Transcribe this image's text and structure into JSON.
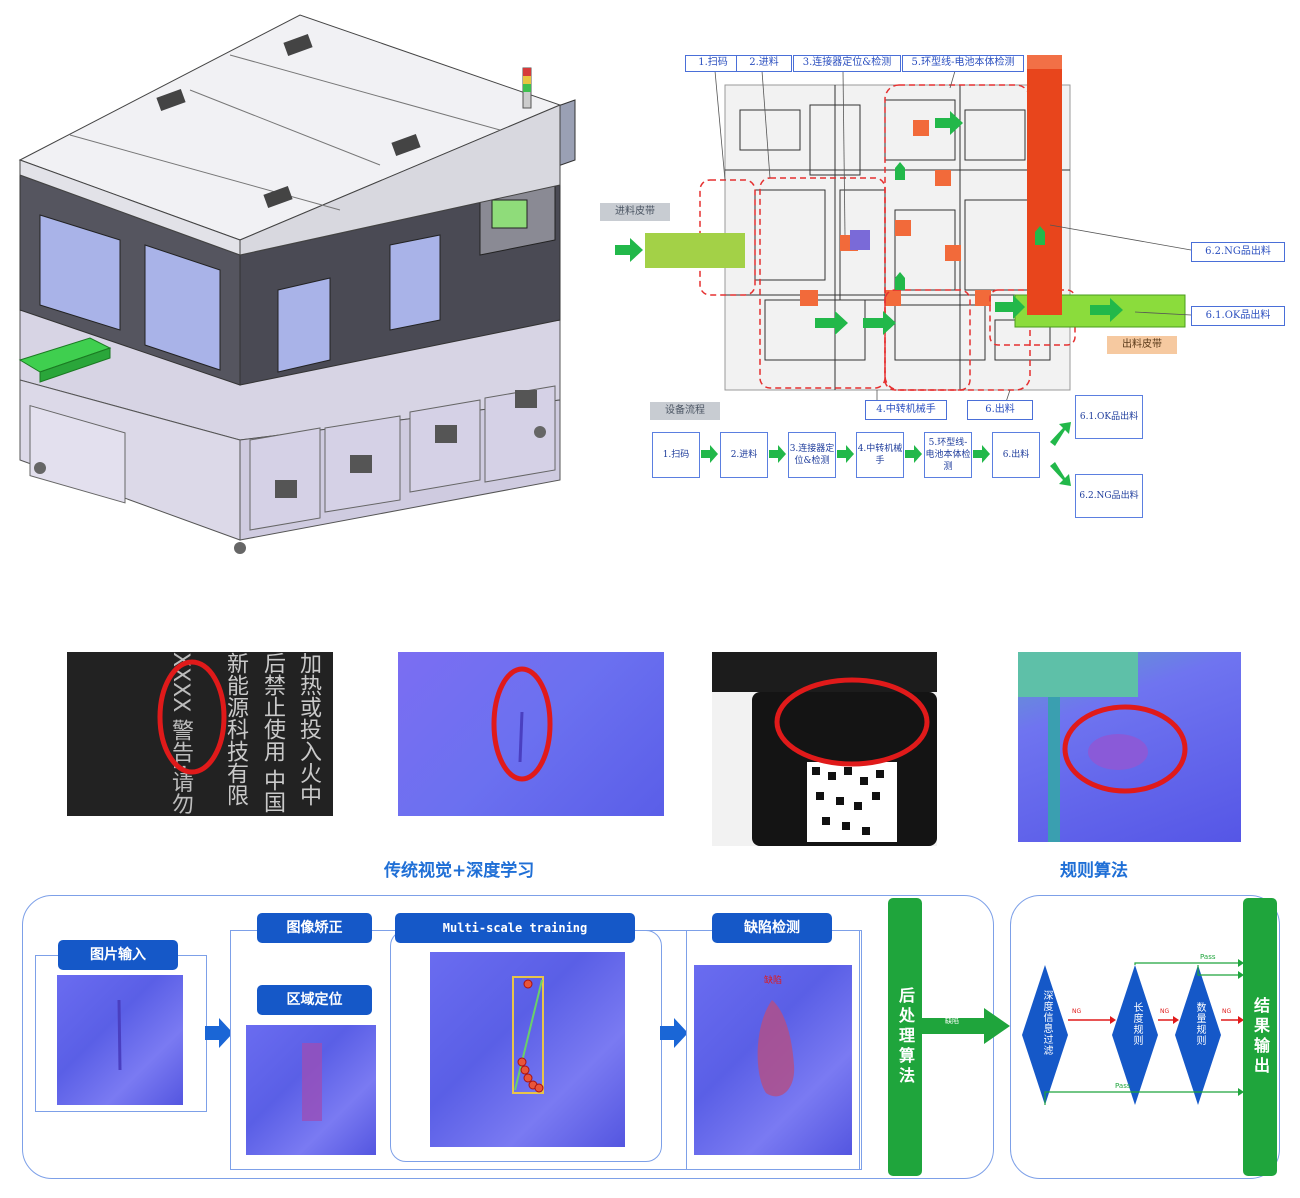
{
  "machine_render": {},
  "layout_diagram": {
    "top_labels": [
      "1.扫码",
      "2.进料",
      "3.连接器定位&检测",
      "5.环型线-电池本体检测"
    ],
    "infeed_tag": "进料皮带",
    "outfeed_tag": "出料皮带",
    "right_labels": [
      "6.2.NG品出料",
      "6.1.OK品出料"
    ],
    "bottom_labels": [
      "4.中转机械手",
      "6.出料"
    ],
    "process_tag": "设备流程",
    "flow_steps": [
      "1.扫码",
      "2.进料",
      "3.连接器定位&检测",
      "4.中转机械手",
      "5.环型线-电池本体检测",
      "6.出料"
    ],
    "flow_outputs": [
      "6.1.OK品出料",
      "6.2.NG品出料"
    ]
  },
  "samples": {
    "left_caption": "传统视觉+深度学习",
    "right_caption": "规则算法",
    "text_sample_lines": [
      "加热或投入火中",
      "后禁止使用 中国",
      "新能源科技有限",
      "XXXX 警告:请勿"
    ]
  },
  "pipeline": {
    "image_input": "图片输入",
    "image_correction": "图像矫正",
    "region_locate": "区域定位",
    "multiscale": "Multi-scale training",
    "defect_detect": "缺陷检测",
    "defect_label": "缺陷",
    "post_process": "后处理算法",
    "arrow_label": "缺陷",
    "rule_steps": [
      "深度信息过滤",
      "长度规则",
      "数量规则"
    ],
    "ng_label": "NG",
    "pass_label": "Pass",
    "result_output": "结果输出"
  }
}
